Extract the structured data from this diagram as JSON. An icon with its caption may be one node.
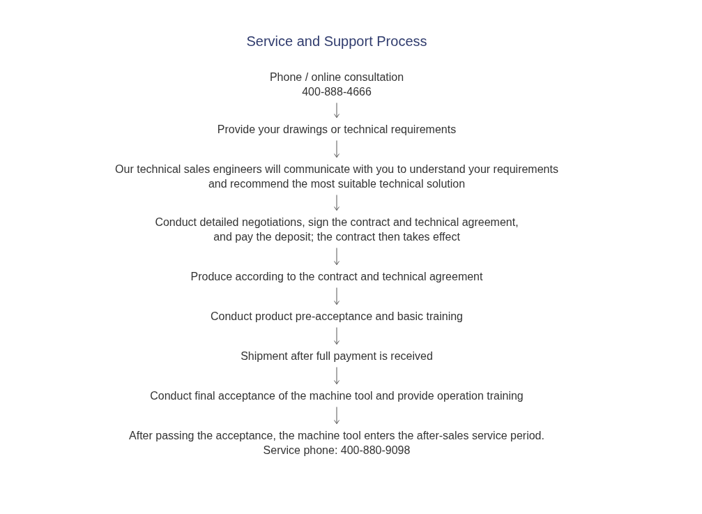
{
  "diagram": {
    "title": "Service and Support Process",
    "nodes": [
      {
        "text": [
          "Phone / online consultation",
          "400-888-4666"
        ]
      },
      {
        "text": [
          "Provide your drawings or technical requirements"
        ]
      },
      {
        "text": [
          "Our technical sales engineers will communicate with you to understand your requirements and recommend the most suitable technical solution"
        ]
      },
      {
        "text": [
          "Conduct detailed negotiations, sign the contract and technical agreement, and pay the deposit; the contract then takes effect"
        ]
      },
      {
        "text": [
          "Produce according to the contract and technical agreement"
        ]
      },
      {
        "text": [
          "Conduct product pre-acceptance and basic training"
        ]
      },
      {
        "text": [
          "Shipment after full payment is received"
        ]
      },
      {
        "text": [
          "Conduct final acceptance of the machine tool and provide operation training"
        ]
      },
      {
        "text": [
          "After passing the acceptance, the machine tool enters the after-sales service period.",
          "Service phone: 400-880-9098"
        ]
      }
    ],
    "edges": [
      {
        "from": 0,
        "to": 1,
        "arrow": "to"
      },
      {
        "from": 1,
        "to": 2,
        "arrow": "to"
      },
      {
        "from": 2,
        "to": 3,
        "arrow": "to"
      },
      {
        "from": 3,
        "to": 4,
        "arrow": "to"
      },
      {
        "from": 4,
        "to": 5,
        "arrow": "to"
      },
      {
        "from": 5,
        "to": 6,
        "arrow": "to"
      },
      {
        "from": 6,
        "to": 7,
        "arrow": "to"
      },
      {
        "from": 7,
        "to": 8,
        "arrow": "to"
      }
    ]
  }
}
